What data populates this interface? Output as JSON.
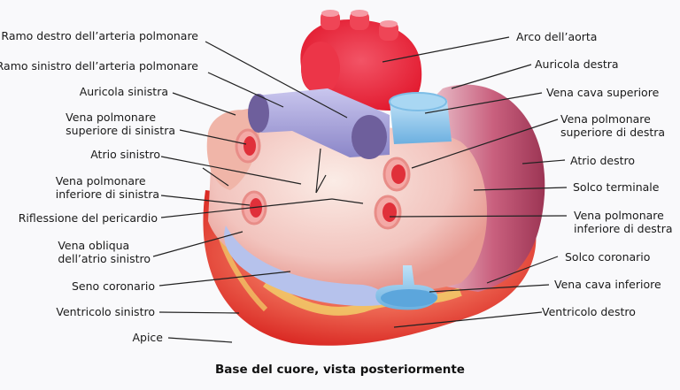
{
  "caption": "Base del cuore, vista posteriormente",
  "labels_left": [
    {
      "id": "ramo-destro-arteria-polmonare",
      "text": "Ramo destro dell’arteria polmonare"
    },
    {
      "id": "ramo-sinistro-arteria-polmonare",
      "text": "Ramo sinistro dell’arteria polmonare"
    },
    {
      "id": "auricola-sinistra",
      "text": "Auricola sinistra"
    },
    {
      "id": "vena-polmonare-superiore-sinistra",
      "line1": "Vena polmonare",
      "line2": "superiore di sinistra"
    },
    {
      "id": "atrio-sinistro",
      "text": "Atrio sinistro"
    },
    {
      "id": "vena-polmonare-inferiore-sinistra",
      "line1": "Vena polmonare",
      "line2": "inferiore di sinistra"
    },
    {
      "id": "riflessione-pericardio",
      "text": "Riflessione del pericardio"
    },
    {
      "id": "vena-obliqua-atrio-sinistro",
      "line1": "Vena obliqua",
      "line2": "dell’atrio sinistro"
    },
    {
      "id": "seno-coronario",
      "text": "Seno coronario"
    },
    {
      "id": "ventricolo-sinistro",
      "text": "Ventricolo sinistro"
    },
    {
      "id": "apice",
      "text": "Apice"
    }
  ],
  "labels_right": [
    {
      "id": "arco-aorta",
      "text": "Arco dell’aorta"
    },
    {
      "id": "auricola-destra",
      "text": "Auricola destra"
    },
    {
      "id": "vena-cava-superiore",
      "text": "Vena cava superiore"
    },
    {
      "id": "vena-polmonare-superiore-destra",
      "line1": "Vena polmonare",
      "line2": "superiore di destra"
    },
    {
      "id": "atrio-destro",
      "text": "Atrio destro"
    },
    {
      "id": "solco-terminale",
      "text": "Solco terminale"
    },
    {
      "id": "vena-polmonare-inferiore-destra",
      "line1": "Vena polmonare",
      "line2": "inferiore di destra"
    },
    {
      "id": "solco-coronario",
      "text": "Solco coronario"
    },
    {
      "id": "vena-cava-inferiore",
      "text": "Vena cava inferiore"
    },
    {
      "id": "ventricolo-destro",
      "text": "Ventricolo destro"
    }
  ],
  "colors": {
    "background": "#f9f9fb",
    "aorta": "#e8293c",
    "pulmonary_artery": "#a8a4d8",
    "vena_cava": "#8cc4ea",
    "atrium": "#f2c4be",
    "ventricle": "#e4312c",
    "right_atrium": "#c9607e",
    "fat": "#f2d46a",
    "leader_line": "#222222"
  }
}
